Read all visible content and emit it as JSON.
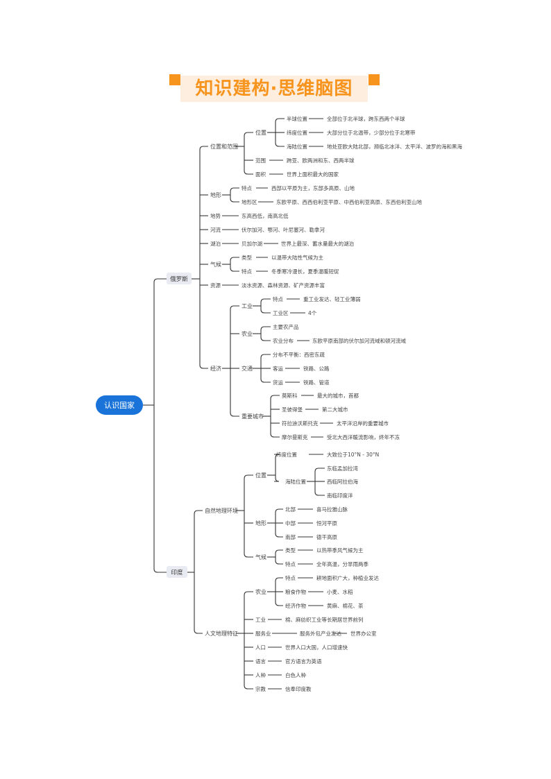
{
  "title": "知识建构·思维脑图",
  "colors": {
    "accent": "#f7941d",
    "accent_light": "#fdeee0",
    "root": "#1a73d9",
    "pill": "#e8ecf2",
    "line": "#333333"
  },
  "root": "认识国家",
  "russia": {
    "label": "俄罗斯",
    "loc": {
      "label": "位置和范围",
      "pos": {
        "label": "位置",
        "a": {
          "k": "半球位置",
          "v": "全部位于北半球，跨东西两个半球"
        },
        "b": {
          "k": "纬度位置",
          "v": "大部分位于北温带，少部分位于北寒带"
        },
        "c": {
          "k": "海陆位置",
          "v": "地处亚欧大陆北部，濒临北冰洋、太平洋、波罗的海和黑海"
        }
      },
      "range": {
        "k": "范围",
        "v": "跨亚、欧两洲和东、西两半球"
      },
      "area": {
        "k": "面积",
        "v": "世界上面积最大的国家"
      }
    },
    "terrain": {
      "label": "地形",
      "feat": {
        "k": "特点",
        "v": "西部以平原为主，东部多高原、山地"
      },
      "zones": {
        "k": "地形区",
        "v": "东欧平原、西西伯利亚平原、中西伯利亚高原、东西伯利亚山地"
      }
    },
    "slope": {
      "k": "地势",
      "v": "东高西低，南高北低"
    },
    "rivers": {
      "k": "河流",
      "v": "伏尔加河、鄂河、叶尼塞河、勒拿河"
    },
    "lake": {
      "k": "湖泊",
      "mid": "贝加尔湖",
      "v": "世界上最深、蓄水量最大的湖泊"
    },
    "climate": {
      "label": "气候",
      "type": {
        "k": "类型",
        "v": "以温带大陆性气候为主"
      },
      "feat": {
        "k": "特点",
        "v": "冬季寒冷漫长，夏季温暖短促"
      }
    },
    "resources": {
      "k": "资源",
      "v": "淡水资源、森林资源、矿产资源丰富"
    },
    "econ": {
      "label": "经济",
      "industry": {
        "label": "工业",
        "feat": {
          "k": "特点",
          "v": "重工业发达、轻工业薄弱"
        },
        "zone": {
          "k": "工业区",
          "v": "4个"
        }
      },
      "agri": {
        "label": "农业",
        "products": "主要农产品",
        "dist": {
          "k": "农业分布",
          "v": "东欧平原南部的伏尔加河流域和顿河流域"
        }
      },
      "transport": {
        "label": "交通",
        "uneven": "分布不平衡：西密东疏",
        "passenger": {
          "k": "客运",
          "v": "铁路、公路"
        },
        "freight": {
          "k": "货运",
          "v": "铁路、管道"
        }
      },
      "cities": {
        "label": "重要城市",
        "c1": {
          "k": "莫斯科",
          "v": "最大的城市，首都"
        },
        "c2": {
          "k": "圣彼得堡",
          "v": "第二大城市"
        },
        "c3": {
          "k": "符拉迪沃斯托克",
          "v": "太平洋沿岸的重要城市"
        },
        "c4": {
          "k": "摩尔曼斯克",
          "v": "受北大西洋暖流影响，终年不冻"
        }
      }
    }
  },
  "india": {
    "label": "印度",
    "nature": {
      "label": "自然地理环境",
      "pos": {
        "label": "位置",
        "lat": {
          "k": "纬度位置",
          "v": "大致位于10°N - 30°N"
        },
        "sea": {
          "k": "海陆位置",
          "e": "东临孟加拉湾",
          "w": "西临阿拉伯海",
          "s": "南临印度洋"
        }
      },
      "terrain": {
        "label": "地形",
        "n": {
          "k": "北部",
          "v": "喜马拉雅山脉"
        },
        "m": {
          "k": "中部",
          "v": "恒河平原"
        },
        "s": {
          "k": "南部",
          "v": "德干高原"
        }
      },
      "climate": {
        "label": "气候",
        "type": {
          "k": "类型",
          "v": "以热带季风气候为主"
        },
        "feat": {
          "k": "特点",
          "v": "全年高温，分旱雨两季"
        }
      }
    },
    "human": {
      "label": "人文地理特征",
      "agri": {
        "label": "农业",
        "feat": {
          "k": "特点",
          "v": "耕地面积广大，种植业发达"
        },
        "grain": {
          "k": "粮食作物",
          "v": "小麦、水稻"
        },
        "cash": {
          "k": "经济作物",
          "v": "黄麻、棉花、茶"
        }
      },
      "industry": {
        "k": "工业",
        "v": "棉、麻纺织工业等长期居世界前列"
      },
      "service": {
        "k": "服务业",
        "mid": "服务外包产业发达",
        "v": "世界办公室"
      },
      "population": {
        "k": "人口",
        "v": "世界人口大国，人口增速快"
      },
      "language": {
        "k": "语言",
        "v": "官方语言为英语"
      },
      "race": {
        "k": "人种",
        "v": "白色人种"
      },
      "religion": {
        "k": "宗教",
        "v": "信奉印度教"
      }
    }
  }
}
